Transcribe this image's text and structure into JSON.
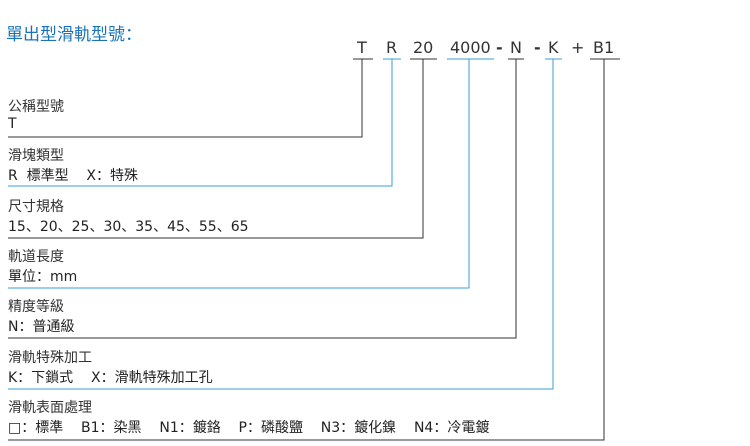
{
  "title": "單出型滑軌型號：",
  "model_code": {
    "parts": [
      "T",
      "R",
      "20",
      "4000",
      "N",
      "K",
      "B1"
    ],
    "separators": [
      "-",
      "-",
      "+"
    ]
  },
  "sections": [
    {
      "title": "公稱型號",
      "desc": "T",
      "color": "#333333"
    },
    {
      "title": "滑塊類型",
      "desc": "R  標準型    X：特殊",
      "color": "#3aa0d6"
    },
    {
      "title": "尺寸規格",
      "desc": "15、20、25、30、35、45、55、65",
      "color": "#333333"
    },
    {
      "title": "軌道長度",
      "desc": "單位：mm",
      "color": "#3aa0d6"
    },
    {
      "title": "精度等級",
      "desc": "N：普通級",
      "color": "#333333"
    },
    {
      "title": "滑軌特殊加工",
      "desc": "K：下鎖式    X：滑軌特殊加工孔",
      "color": "#3aa0d6"
    },
    {
      "title": "滑軌表面處理",
      "desc": "□：標準    B1：染黑    N1：鍍鉻    P：磷酸鹽    N3：鍍化鎳    N4：冷電鍍",
      "color": "#333333"
    }
  ]
}
